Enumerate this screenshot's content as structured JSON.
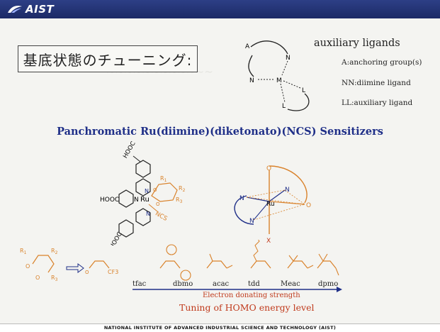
{
  "header": {
    "logo_text": "AIST",
    "colors": {
      "bar": "#1c2a66",
      "accent": "#1f2f88",
      "red": "#c03a1c",
      "orange": "#d9822b"
    }
  },
  "slide": {
    "title": "基底状態のチューニング:",
    "auxiliary": {
      "heading": "auxiliary ligands",
      "items": [
        "A:anchoring group(s)",
        "NN:diimine ligand",
        "LL:auxiliary ligand"
      ]
    },
    "panchromatic_title": "Panchromatic Ru(diimine)(diketonato)(NCS) Sensitizers",
    "diagram_labels": {
      "A": "A",
      "N": "N",
      "M": "M",
      "L": "L",
      "Ru": "Ru",
      "O": "O",
      "X": "X"
    },
    "complex_labels": {
      "hooc": "HOOC",
      "N": "N",
      "Ru": "Ru",
      "ncs": "NCS",
      "R1": "R",
      "R2": "R",
      "R3": "R",
      "sub1": "1",
      "sub2": "2",
      "sub3": "3",
      "O": "O"
    },
    "ligand_names": [
      "tfac",
      "dbmo",
      "acac",
      "tdd",
      "Meac",
      "dpmo"
    ],
    "cf3": "CF3",
    "electron_donating": "Electron donating strength",
    "tuning": "Tuning of HOMO energy level"
  },
  "footer": {
    "text": "NATIONAL INSTITUTE OF ADVANCED INDUSTRIAL SCIENCE AND TECHNOLOGY (AIST)"
  }
}
